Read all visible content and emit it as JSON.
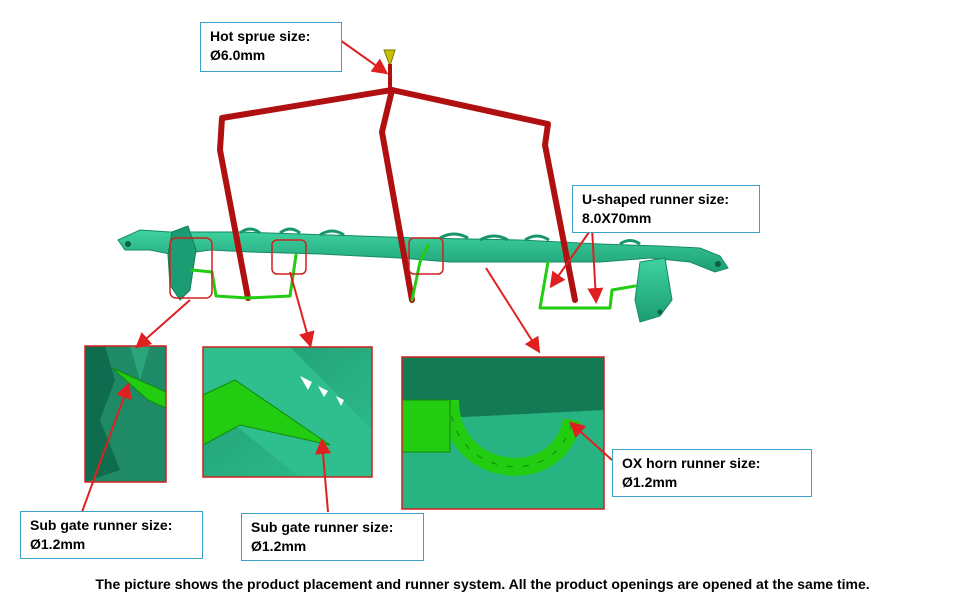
{
  "labels": {
    "hot_sprue": {
      "line1": "Hot sprue size:",
      "line2": "Ø6.0mm"
    },
    "u_runner": {
      "line1": "U-shaped runner size:",
      "line2": "8.0X70mm"
    },
    "sub_gate_left": {
      "line1": "Sub gate runner size:",
      "line2": "Ø1.2mm"
    },
    "sub_gate_mid": {
      "line1": "Sub gate runner size:",
      "line2": "Ø1.2mm"
    },
    "ox_horn": {
      "line1": "OX horn runner size:",
      "line2": "Ø1.2mm"
    }
  },
  "caption": "The picture shows the product placement and runner system. All the product openings are opened at the same time.",
  "colors": {
    "part": "#2fbf8f",
    "part_dark": "#148a66",
    "runner_red": "#b01010",
    "runner_green": "#22cc11",
    "arrow": "#e02020",
    "detail_border": "#d02020",
    "label_border": "#3aa0c8",
    "sprue_tip": "#c8c000"
  }
}
